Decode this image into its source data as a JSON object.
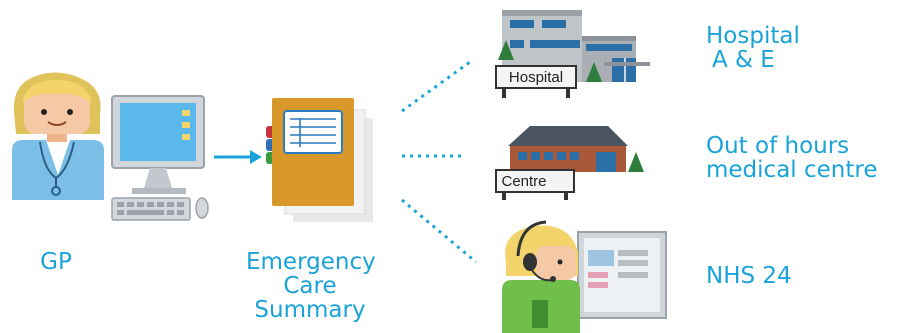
{
  "labels": {
    "gp": "GP",
    "ecs_line1": "Emergency",
    "ecs_line2": "Care",
    "ecs_line3": "Summary",
    "hospital_line1": "Hospital",
    "hospital_line2": "A & E",
    "ooh_line1": "Out of hours",
    "ooh_line2": "medical centre",
    "nhs24": "NHS 24"
  },
  "signs": {
    "hospital": "Hospital",
    "centre": "Centre"
  },
  "colors": {
    "label": "#1aa3d9",
    "connector": "#1aa3d9",
    "folder": "#d9982a",
    "hair": "#f2d46b",
    "skin": "#f6c9a6"
  }
}
